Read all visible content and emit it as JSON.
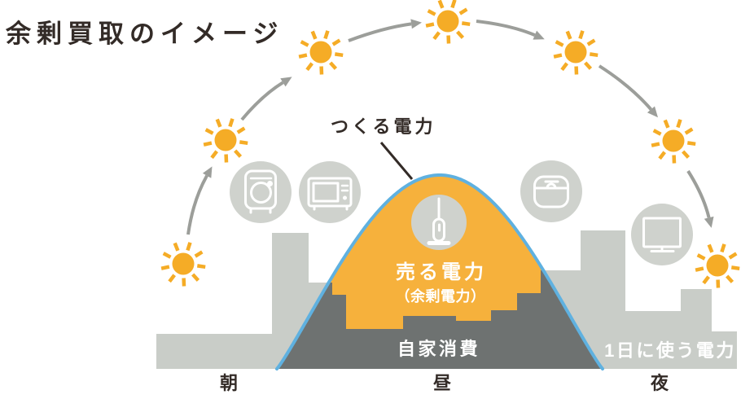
{
  "title": "余剰買取のイメージ",
  "labels": {
    "produced": "つくる電力",
    "sell": "売る電力",
    "surplus": "（余剰電力）",
    "self_consumption": "自家消費",
    "daily_use": "1日に使う電力",
    "morning": "朝",
    "noon": "昼",
    "night": "夜"
  },
  "icons": {
    "sun": "sun-icon",
    "arrow": "sun-path-arrow-icon",
    "washing_machine": "washing-machine-icon",
    "microwave": "microwave-icon",
    "vacuum": "vacuum-cleaner-icon",
    "rice_cooker": "rice-cooker-icon",
    "tv": "tv-icon"
  },
  "colors": {
    "sun_orange": "#F5AC26",
    "curve_yellow": "#F6B13C",
    "curve_outline_blue": "#5FB1E0",
    "building_light_gray": "#C9CDC8",
    "building_dark_gray": "#6E7271",
    "appliance_circle_gray": "#CFD2CD",
    "arrow_gray": "#9C9E9A",
    "text_dark": "#332B27",
    "text_white": "#FFFFFF"
  }
}
